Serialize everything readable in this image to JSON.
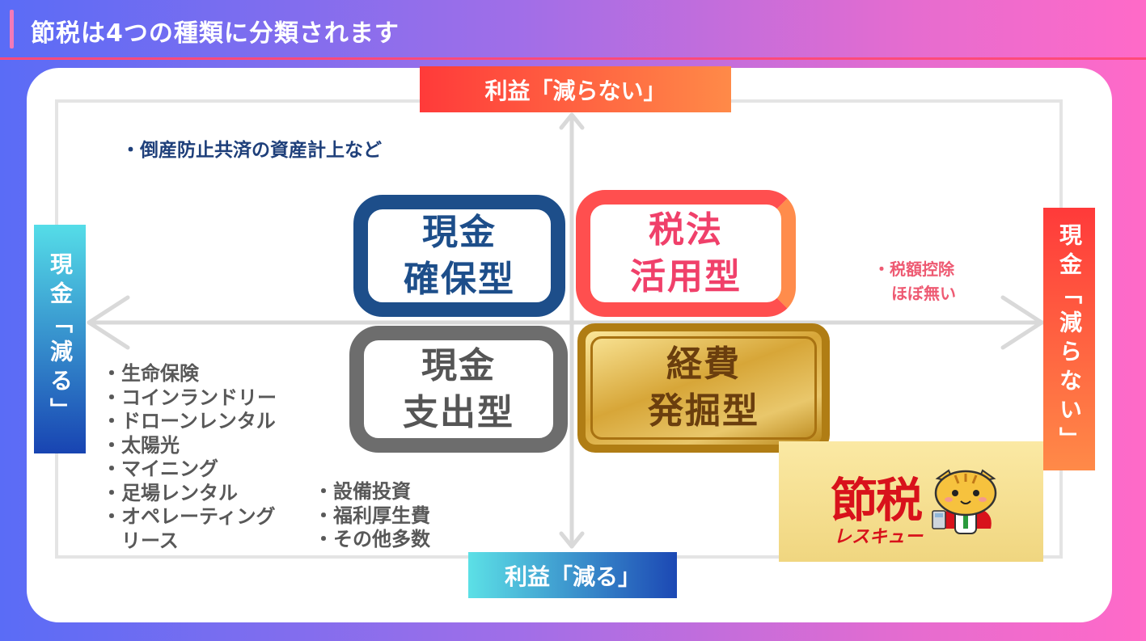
{
  "header": {
    "title": "節税は4つの種類に分類されます"
  },
  "axes": {
    "top": "利益「減らない」",
    "bottom": "利益「減る」",
    "left": "現金「減る」",
    "right": "現金「減らない」"
  },
  "quadrants": {
    "top_left": {
      "line1": "現金",
      "line2": "確保型"
    },
    "top_right": {
      "line1": "税法",
      "line2": "活用型"
    },
    "bottom_left": {
      "line1": "現金",
      "line2": "支出型"
    },
    "bottom_right": {
      "line1": "経費",
      "line2": "発掘型"
    }
  },
  "notes": {
    "top_left": "・倒産防止共済の資産計上など",
    "right": {
      "line1": "・税額控除",
      "line2": "ほぼ無い"
    },
    "bottom_left": [
      "・生命保険",
      "・コインランドリー",
      "・ドローンレンタル",
      "・太陽光",
      "・マイニング",
      "・足場レンタル",
      "・オペレーティング",
      "　リース"
    ],
    "bottom_mid": [
      "・設備投資",
      "・福利厚生費",
      "・その他多数"
    ]
  },
  "logo": {
    "main": "節税",
    "sub": "レスキュー"
  },
  "colors": {
    "navy": "#1d4e8a",
    "red": "#ff4f4f",
    "gray": "#6d6d6d",
    "gold": "#d7a638"
  }
}
